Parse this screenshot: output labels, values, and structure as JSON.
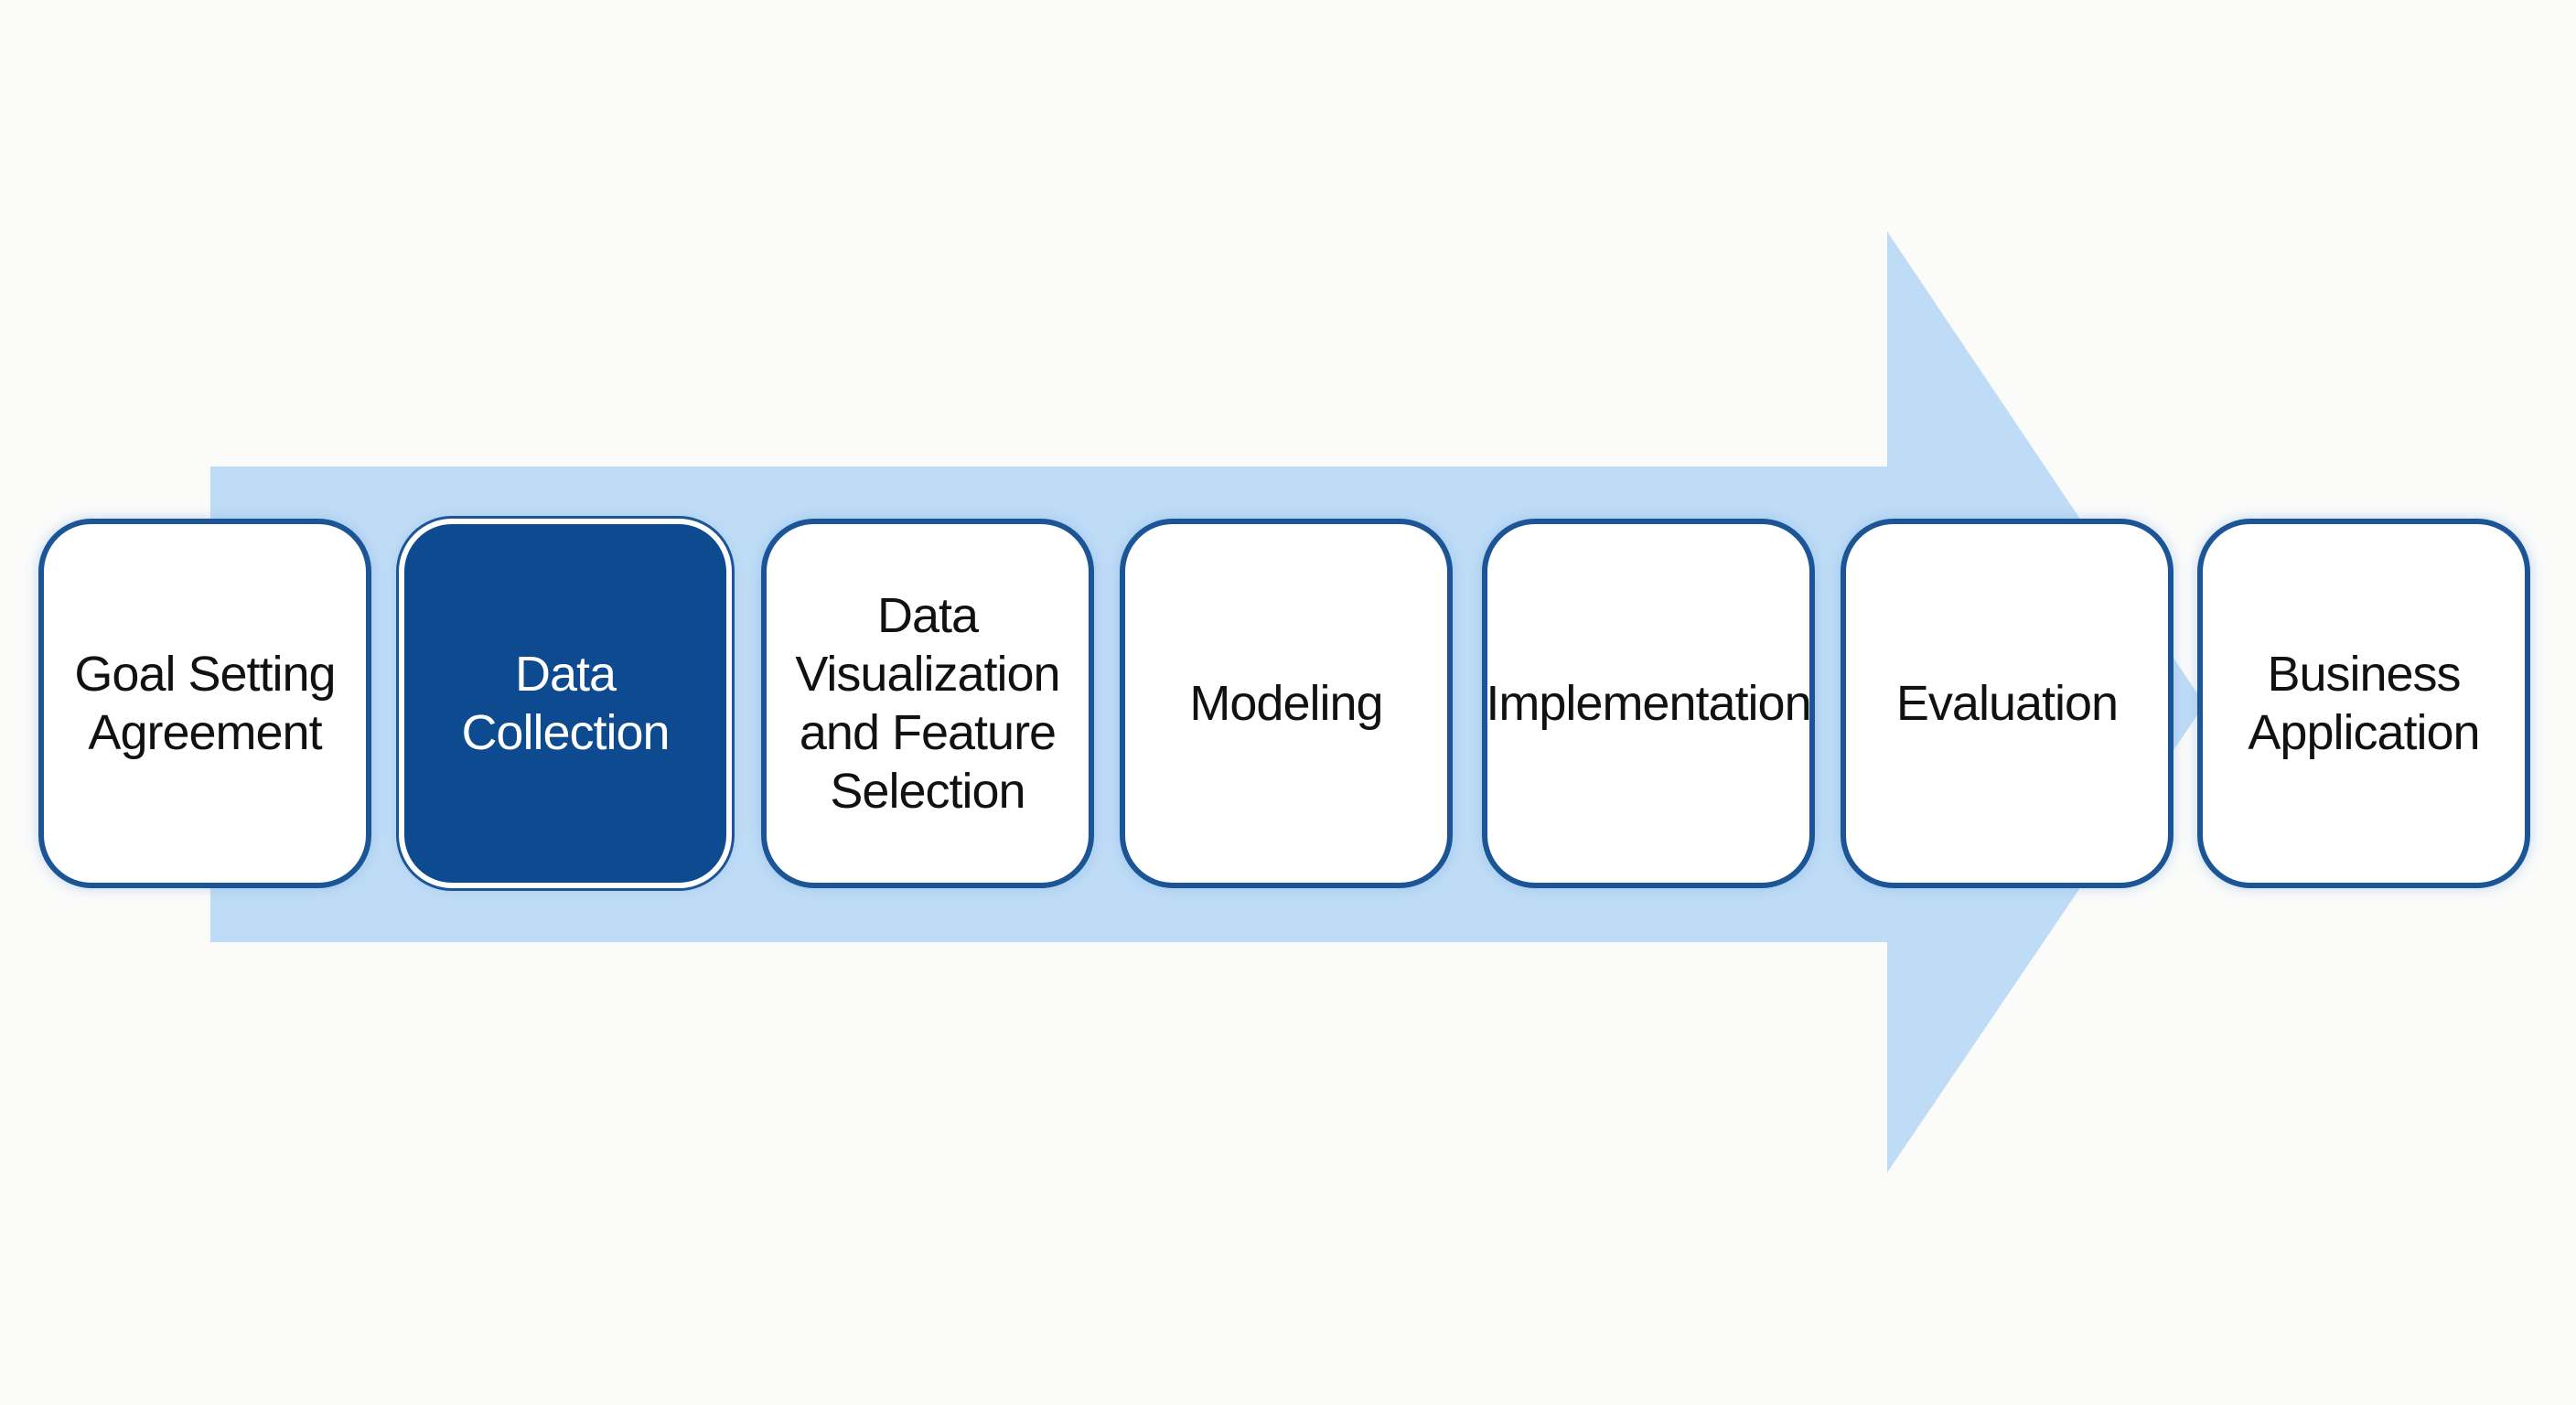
{
  "diagram": {
    "type": "process-flow",
    "direction": "left-to-right",
    "colors": {
      "arrow": "#bfdcf6",
      "box_border": "#1b5595",
      "box_fill": "#ffffff",
      "active_fill": "#0d4a8f",
      "text": "#111111",
      "active_text": "#ffffff"
    },
    "steps": [
      {
        "label": "Goal Setting\nAgreement",
        "active": false
      },
      {
        "label": "Data\nCollection",
        "active": true
      },
      {
        "label": "Data\nVisualization\nand Feature\nSelection",
        "active": false
      },
      {
        "label": "Modeling",
        "active": false
      },
      {
        "label": "Implementation",
        "active": false
      },
      {
        "label": "Evaluation",
        "active": false
      },
      {
        "label": "Business\nApplication",
        "active": false
      }
    ]
  }
}
